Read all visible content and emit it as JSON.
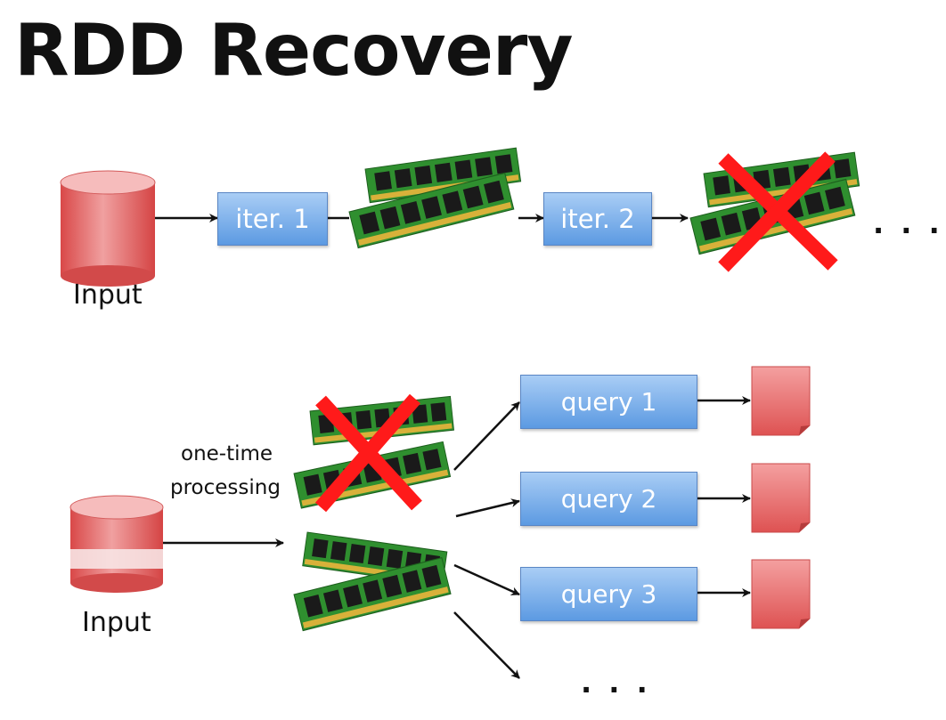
{
  "title": "RDD Recovery",
  "top": {
    "input_label": "Input",
    "iter1": "iter. 1",
    "iter2": "iter. 2",
    "ellipsis": ". . ."
  },
  "bottom": {
    "input_label": "Input",
    "processing_line1": "one-time",
    "processing_line2": "processing",
    "query1": "query 1",
    "query2": "query 2",
    "query3": "query 3",
    "ellipsis": ". . ."
  },
  "colors": {
    "cylinder": "#e05a5a",
    "box": "#6ea6e8",
    "x_mark": "#ff1a1a",
    "ram_board": "#2e8b2e"
  }
}
